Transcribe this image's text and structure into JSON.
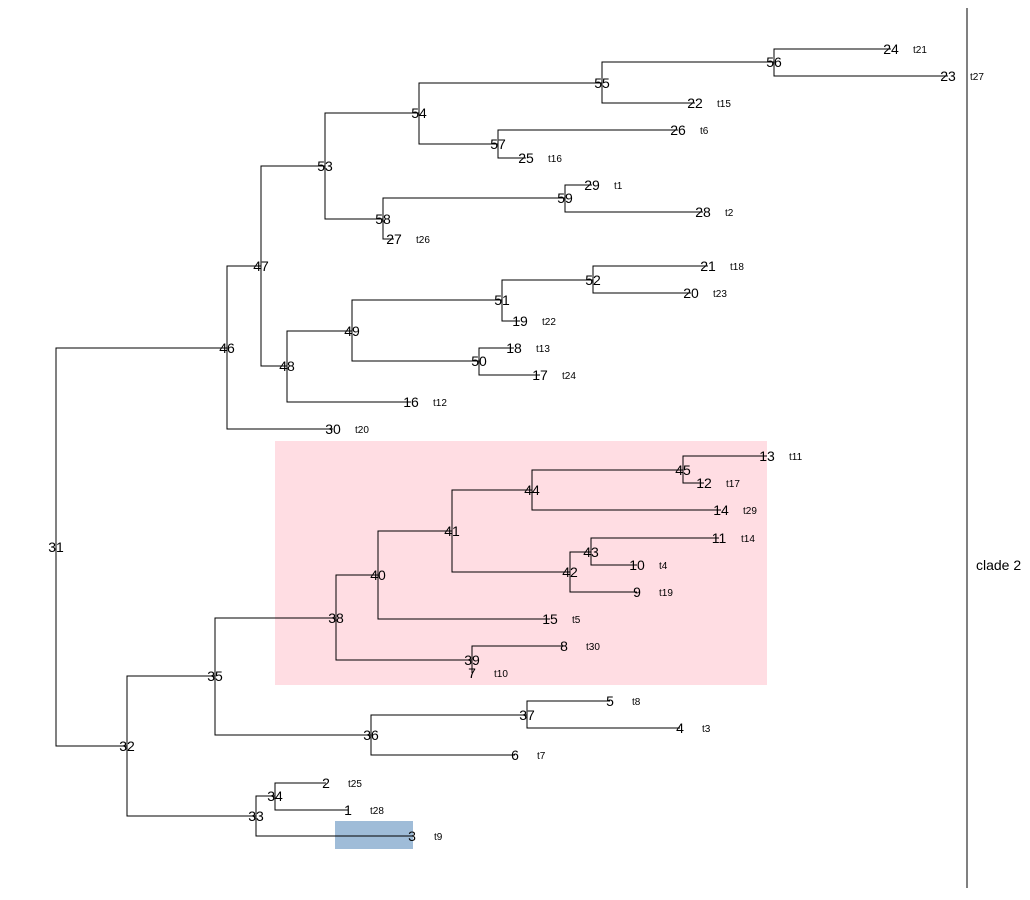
{
  "colors": {
    "clade_highlight": "#ffdde3",
    "tip_highlight": "#9fbcd8",
    "line": "#000000"
  },
  "clade_label": "clade 2",
  "nodes": [
    {
      "id": "31"
    },
    {
      "id": "32"
    },
    {
      "id": "33"
    },
    {
      "id": "34"
    },
    {
      "id": "35"
    },
    {
      "id": "36"
    },
    {
      "id": "37"
    },
    {
      "id": "38"
    },
    {
      "id": "39"
    },
    {
      "id": "40"
    },
    {
      "id": "41"
    },
    {
      "id": "42"
    },
    {
      "id": "43"
    },
    {
      "id": "44"
    },
    {
      "id": "45"
    },
    {
      "id": "46"
    },
    {
      "id": "47"
    },
    {
      "id": "48"
    },
    {
      "id": "49"
    },
    {
      "id": "50"
    },
    {
      "id": "51"
    },
    {
      "id": "52"
    },
    {
      "id": "53"
    },
    {
      "id": "54"
    },
    {
      "id": "55"
    },
    {
      "id": "56"
    },
    {
      "id": "57"
    },
    {
      "id": "58"
    },
    {
      "id": "59"
    },
    {
      "id": "24",
      "tip": "t21"
    },
    {
      "id": "23",
      "tip": "t27"
    },
    {
      "id": "22",
      "tip": "t15"
    },
    {
      "id": "26",
      "tip": "t6"
    },
    {
      "id": "25",
      "tip": "t16"
    },
    {
      "id": "29",
      "tip": "t1"
    },
    {
      "id": "28",
      "tip": "t2"
    },
    {
      "id": "27",
      "tip": "t26"
    },
    {
      "id": "21",
      "tip": "t18"
    },
    {
      "id": "20",
      "tip": "t23"
    },
    {
      "id": "19",
      "tip": "t22"
    },
    {
      "id": "18",
      "tip": "t13"
    },
    {
      "id": "17",
      "tip": "t24"
    },
    {
      "id": "16",
      "tip": "t12"
    },
    {
      "id": "30",
      "tip": "t20"
    },
    {
      "id": "13",
      "tip": "t11"
    },
    {
      "id": "12",
      "tip": "t17"
    },
    {
      "id": "14",
      "tip": "t29"
    },
    {
      "id": "11",
      "tip": "t14"
    },
    {
      "id": "10",
      "tip": "t4"
    },
    {
      "id": "9",
      "tip": "t19"
    },
    {
      "id": "15",
      "tip": "t5"
    },
    {
      "id": "8",
      "tip": "t30"
    },
    {
      "id": "7",
      "tip": "t10"
    },
    {
      "id": "5",
      "tip": "t8"
    },
    {
      "id": "4",
      "tip": "t3"
    },
    {
      "id": "6",
      "tip": "t7"
    },
    {
      "id": "2",
      "tip": "t25"
    },
    {
      "id": "1",
      "tip": "t28"
    },
    {
      "id": "3",
      "tip": "t9"
    }
  ],
  "edges": [
    [
      "31",
      "46"
    ],
    [
      "31",
      "32"
    ],
    [
      "46",
      "47"
    ],
    [
      "46",
      "30"
    ],
    [
      "47",
      "53"
    ],
    [
      "47",
      "48"
    ],
    [
      "53",
      "54"
    ],
    [
      "53",
      "58"
    ],
    [
      "54",
      "55"
    ],
    [
      "54",
      "57"
    ],
    [
      "55",
      "56"
    ],
    [
      "55",
      "22"
    ],
    [
      "56",
      "24"
    ],
    [
      "56",
      "23"
    ],
    [
      "57",
      "26"
    ],
    [
      "57",
      "25"
    ],
    [
      "58",
      "59"
    ],
    [
      "58",
      "27"
    ],
    [
      "59",
      "29"
    ],
    [
      "59",
      "28"
    ],
    [
      "48",
      "49"
    ],
    [
      "48",
      "16"
    ],
    [
      "49",
      "51"
    ],
    [
      "49",
      "50"
    ],
    [
      "51",
      "52"
    ],
    [
      "51",
      "19"
    ],
    [
      "52",
      "21"
    ],
    [
      "52",
      "20"
    ],
    [
      "50",
      "18"
    ],
    [
      "50",
      "17"
    ],
    [
      "32",
      "35"
    ],
    [
      "32",
      "33"
    ],
    [
      "35",
      "38"
    ],
    [
      "35",
      "36"
    ],
    [
      "38",
      "40"
    ],
    [
      "38",
      "39"
    ],
    [
      "40",
      "41"
    ],
    [
      "40",
      "15"
    ],
    [
      "41",
      "44"
    ],
    [
      "41",
      "42"
    ],
    [
      "44",
      "45"
    ],
    [
      "44",
      "14"
    ],
    [
      "45",
      "13"
    ],
    [
      "45",
      "12"
    ],
    [
      "42",
      "43"
    ],
    [
      "42",
      "9"
    ],
    [
      "43",
      "11"
    ],
    [
      "43",
      "10"
    ],
    [
      "39",
      "8"
    ],
    [
      "39",
      "7"
    ],
    [
      "36",
      "37"
    ],
    [
      "36",
      "6"
    ],
    [
      "37",
      "5"
    ],
    [
      "37",
      "4"
    ],
    [
      "33",
      "34"
    ],
    [
      "33",
      "3"
    ],
    [
      "34",
      "2"
    ],
    [
      "34",
      "1"
    ]
  ]
}
